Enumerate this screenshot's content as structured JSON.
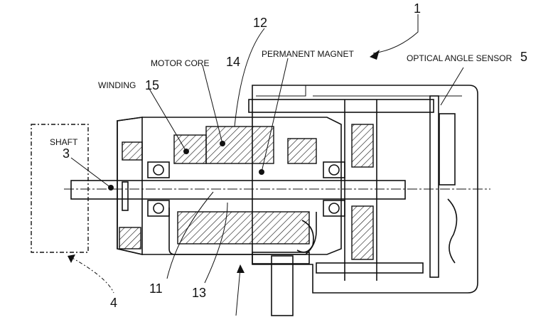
{
  "labels": {
    "ref_1": "1",
    "ref_12": "12",
    "motor_core": "MOTOR CORE",
    "ref_14": "14",
    "permanent_magnet": "PERMANENT MAGNET",
    "optical_angle_sensor": "OPTICAL ANGLE SENSOR",
    "ref_5": "5",
    "winding": "WINDING",
    "ref_15": "15",
    "shaft": "SHAFT",
    "ref_3": "3",
    "ref_11": "11",
    "ref_13": "13",
    "ref_4": "4"
  }
}
